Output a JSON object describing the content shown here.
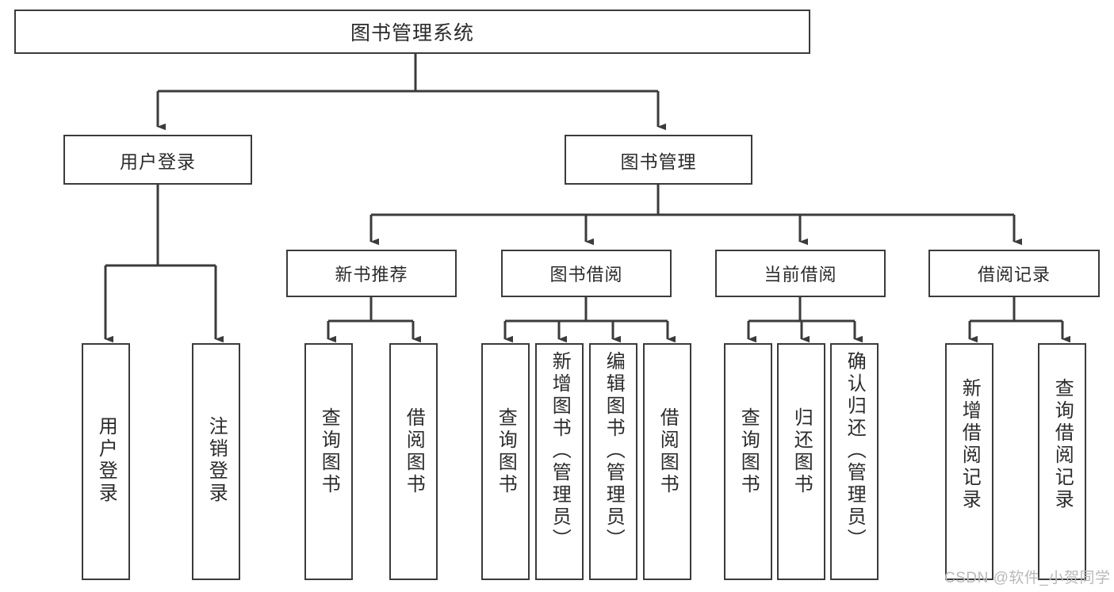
{
  "diagram": {
    "type": "tree-hierarchy-chart",
    "title": "图书管理系统",
    "stroke_color": "#3b3b3b",
    "background_color": "#ffffff",
    "text_color": "#2b2b2b",
    "root": {
      "label": "图书管理系统"
    },
    "level1": [
      {
        "id": "user-login",
        "label": "用户登录"
      },
      {
        "id": "book-management",
        "label": "图书管理"
      }
    ],
    "level2": [
      {
        "id": "new-book-recommend",
        "label": "新书推荐",
        "parent": "book-management"
      },
      {
        "id": "book-borrow",
        "label": "图书借阅",
        "parent": "book-management"
      },
      {
        "id": "current-borrow",
        "label": "当前借阅",
        "parent": "book-management"
      },
      {
        "id": "borrow-record",
        "label": "借阅记录",
        "parent": "book-management"
      }
    ],
    "leaves": [
      {
        "id": "leaf-user-login",
        "label": "用户登录",
        "parent": "user-login"
      },
      {
        "id": "leaf-logout-login",
        "label": "注销登录",
        "parent": "user-login"
      },
      {
        "id": "leaf-query-book-1",
        "label": "查询图书",
        "parent": "new-book-recommend"
      },
      {
        "id": "leaf-borrow-book-1",
        "label": "借阅图书",
        "parent": "new-book-recommend"
      },
      {
        "id": "leaf-query-book-2",
        "label": "查询图书",
        "parent": "book-borrow"
      },
      {
        "id": "leaf-add-book",
        "label": "新增图书（管理员）",
        "parent": "book-borrow"
      },
      {
        "id": "leaf-edit-book",
        "label": "编辑图书（管理员）",
        "parent": "book-borrow"
      },
      {
        "id": "leaf-borrow-book-2",
        "label": "借阅图书",
        "parent": "book-borrow"
      },
      {
        "id": "leaf-query-book-3",
        "label": "查询图书",
        "parent": "current-borrow"
      },
      {
        "id": "leaf-return-book",
        "label": "归还图书",
        "parent": "current-borrow"
      },
      {
        "id": "leaf-confirm-return",
        "label": "确认归还（管理员）",
        "parent": "current-borrow"
      },
      {
        "id": "leaf-add-borrow-record",
        "label": "新增借阅记录",
        "parent": "borrow-record"
      },
      {
        "id": "leaf-query-borrow-record",
        "label": "查询借阅记录",
        "parent": "borrow-record"
      }
    ],
    "watermark": "CSDN @软件_小贺同学"
  }
}
